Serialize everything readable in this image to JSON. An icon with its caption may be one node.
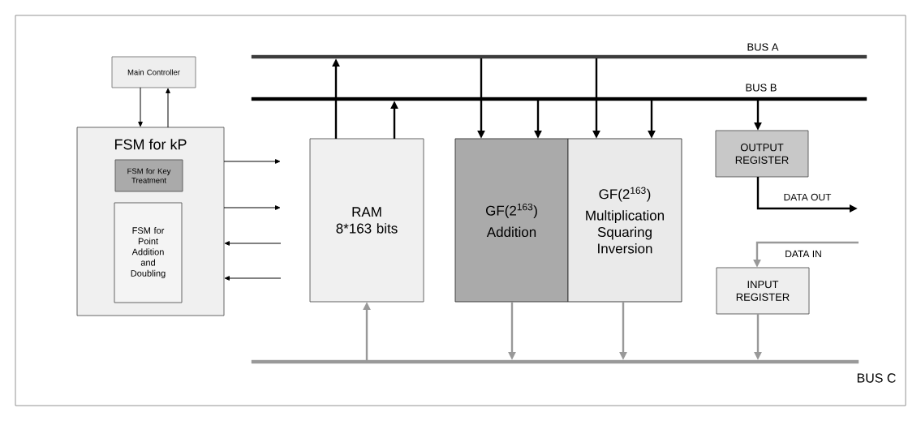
{
  "diagram": {
    "nodes": [
      {
        "text": [
          "Main Controller"
        ]
      },
      {
        "text": [
          "FSM for kP"
        ]
      },
      {
        "text": [
          "FSM for Key Treatment"
        ],
        "in": 1
      },
      {
        "text": [
          "FSM for Point Addition and Doubling"
        ],
        "in": 1
      },
      {
        "text": [],
        "shape": "bar",
        "beside": [
          "BUS A"
        ]
      },
      {
        "text": [],
        "shape": "bar",
        "beside": [
          "BUS B"
        ]
      },
      {
        "text": [
          "RAM 8*163 bits"
        ]
      },
      {
        "text": [
          "GF(2$^{163}$)",
          "Addition"
        ]
      },
      {
        "text": [
          "GF(2$^{163}$)",
          "Multiplication Squaring Inversion"
        ]
      },
      {
        "text": [
          "OUTPUT REGISTER"
        ]
      },
      {
        "text": [
          "INPUT REGISTER"
        ]
      },
      {
        "text": [],
        "shape": "bar",
        "beside": [
          "BUS C"
        ]
      }
    ],
    "edges": [
      {
        "from": 0,
        "to": 1,
        "arrow": "to"
      },
      {
        "from": 1,
        "to": 0,
        "arrow": "to"
      },
      {
        "from": 1,
        "to": null,
        "arrow": "to"
      },
      {
        "from": 1,
        "to": null,
        "arrow": "to"
      },
      {
        "from": null,
        "to": 1,
        "arrow": "to"
      },
      {
        "from": null,
        "to": 1,
        "arrow": "to"
      },
      {
        "from": 6,
        "to": 4,
        "arrow": "to"
      },
      {
        "from": 6,
        "to": 5,
        "arrow": "to"
      },
      {
        "from": 4,
        "to": 7,
        "arrow": "to"
      },
      {
        "from": 5,
        "to": 7,
        "arrow": "to"
      },
      {
        "from": 4,
        "to": 8,
        "arrow": "to"
      },
      {
        "from": 5,
        "to": 8,
        "arrow": "to"
      },
      {
        "from": 5,
        "to": 9,
        "arrow": "to"
      },
      {
        "from": 9,
        "to": null,
        "arrow": "to",
        "label": "DATA OUT"
      },
      {
        "from": null,
        "to": 10,
        "arrow": "to",
        "color": "#999999",
        "label": "DATA IN"
      },
      {
        "from": 11,
        "to": 6,
        "arrow": "to",
        "color": "#999999"
      },
      {
        "from": 7,
        "to": 11,
        "arrow": "to",
        "color": "#999999"
      },
      {
        "from": 8,
        "to": 11,
        "arrow": "to",
        "color": "#999999"
      },
      {
        "from": 10,
        "to": 11,
        "arrow": "to",
        "color": "#999999"
      }
    ]
  }
}
